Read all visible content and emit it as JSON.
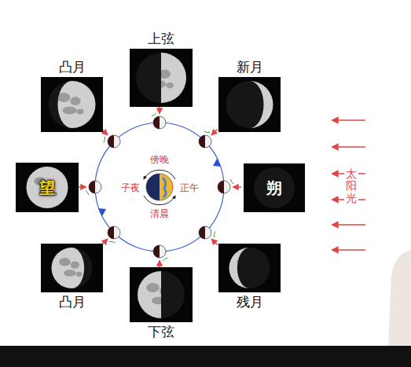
{
  "diagram": {
    "nodes": [
      {
        "text": [
          "凸月"
        ]
      },
      {
        "text": [
          "上弦"
        ]
      },
      {
        "text": [
          "新月"
        ]
      },
      {
        "text": [
          "望"
        ]
      },
      {
        "text": [
          "朔"
        ]
      },
      {
        "text": [
          "凸月"
        ]
      },
      {
        "text": [
          "下弦"
        ]
      },
      {
        "text": [
          "残月"
        ]
      }
    ],
    "labels": [
      "傍晚",
      "子夜",
      "正午",
      "清晨",
      "太阳光"
    ]
  }
}
